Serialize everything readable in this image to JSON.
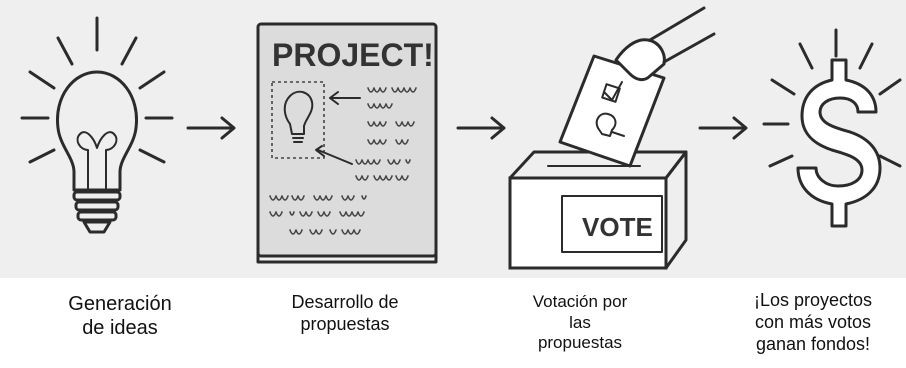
{
  "steps": [
    {
      "icon": "lightbulb-icon",
      "caption": "Generación\nde ideas"
    },
    {
      "icon": "project-document-icon",
      "caption": "Desarrollo de\npropuestas",
      "document_title": "PROJECT!"
    },
    {
      "icon": "ballot-box-icon",
      "caption": "Votación por\nlas\npropuestas",
      "box_label": "VOTE"
    },
    {
      "icon": "dollar-sign-icon",
      "caption": "¡Los proyectos\ncon más votos\nganan fondos!"
    }
  ],
  "colors": {
    "background_band": "#efefef",
    "ink": "#2b2b2b",
    "page_fill": "#dcdcdc"
  }
}
